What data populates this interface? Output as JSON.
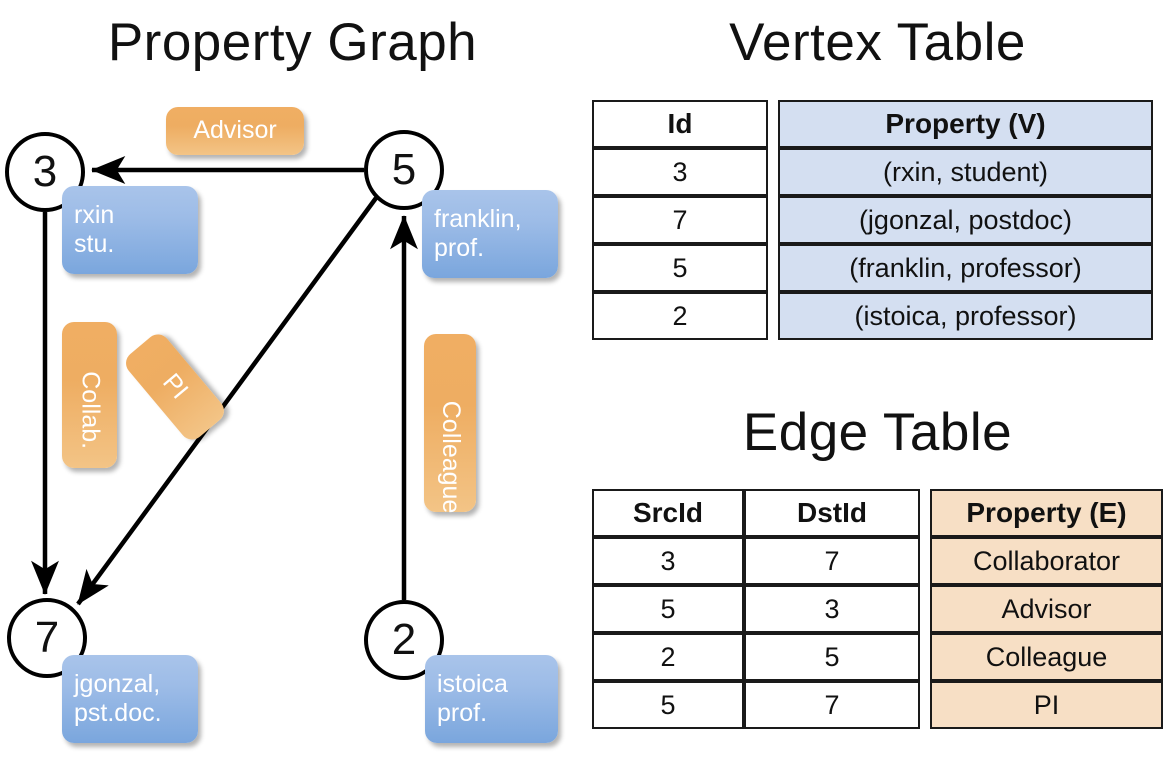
{
  "graph": {
    "title": "Property Graph",
    "nodes": [
      {
        "id": "3",
        "property_lines": [
          "rxin",
          "stu."
        ]
      },
      {
        "id": "5",
        "property_lines": [
          "franklin,",
          "prof."
        ]
      },
      {
        "id": "7",
        "property_lines": [
          "jgonzal,",
          "pst.doc."
        ]
      },
      {
        "id": "2",
        "property_lines": [
          "istoica",
          "prof."
        ]
      }
    ],
    "edge_labels": {
      "advisor": "Advisor",
      "collab": "Collab.",
      "pi": "PI",
      "colleague": "Colleague"
    },
    "edges": [
      {
        "src": "5",
        "dst": "3",
        "label": "Advisor"
      },
      {
        "src": "3",
        "dst": "7",
        "label": "Collab."
      },
      {
        "src": "5",
        "dst": "7",
        "label": "PI"
      },
      {
        "src": "2",
        "dst": "5",
        "label": "Colleague"
      }
    ],
    "colors": {
      "vertex_chip": "#8fb3e3",
      "edge_chip": "#efae64",
      "node_stroke": "#000000"
    }
  },
  "vertex_table": {
    "title": "Vertex Table",
    "columns": [
      "Id",
      "Property (V)"
    ],
    "header_fill": "#d4dff1",
    "rows": [
      {
        "id": "3",
        "property": "(rxin, student)"
      },
      {
        "id": "7",
        "property": "(jgonzal, postdoc)"
      },
      {
        "id": "5",
        "property": "(franklin, professor)"
      },
      {
        "id": "2",
        "property": "(istoica, professor)"
      }
    ]
  },
  "edge_table": {
    "title": "Edge Table",
    "columns": [
      "SrcId",
      "DstId",
      "Property (E)"
    ],
    "header_fill": "#f7dfc5",
    "rows": [
      {
        "src": "3",
        "dst": "7",
        "property": "Collaborator"
      },
      {
        "src": "5",
        "dst": "3",
        "property": "Advisor"
      },
      {
        "src": "2",
        "dst": "5",
        "property": "Colleague"
      },
      {
        "src": "5",
        "dst": "7",
        "property": "PI"
      }
    ]
  }
}
